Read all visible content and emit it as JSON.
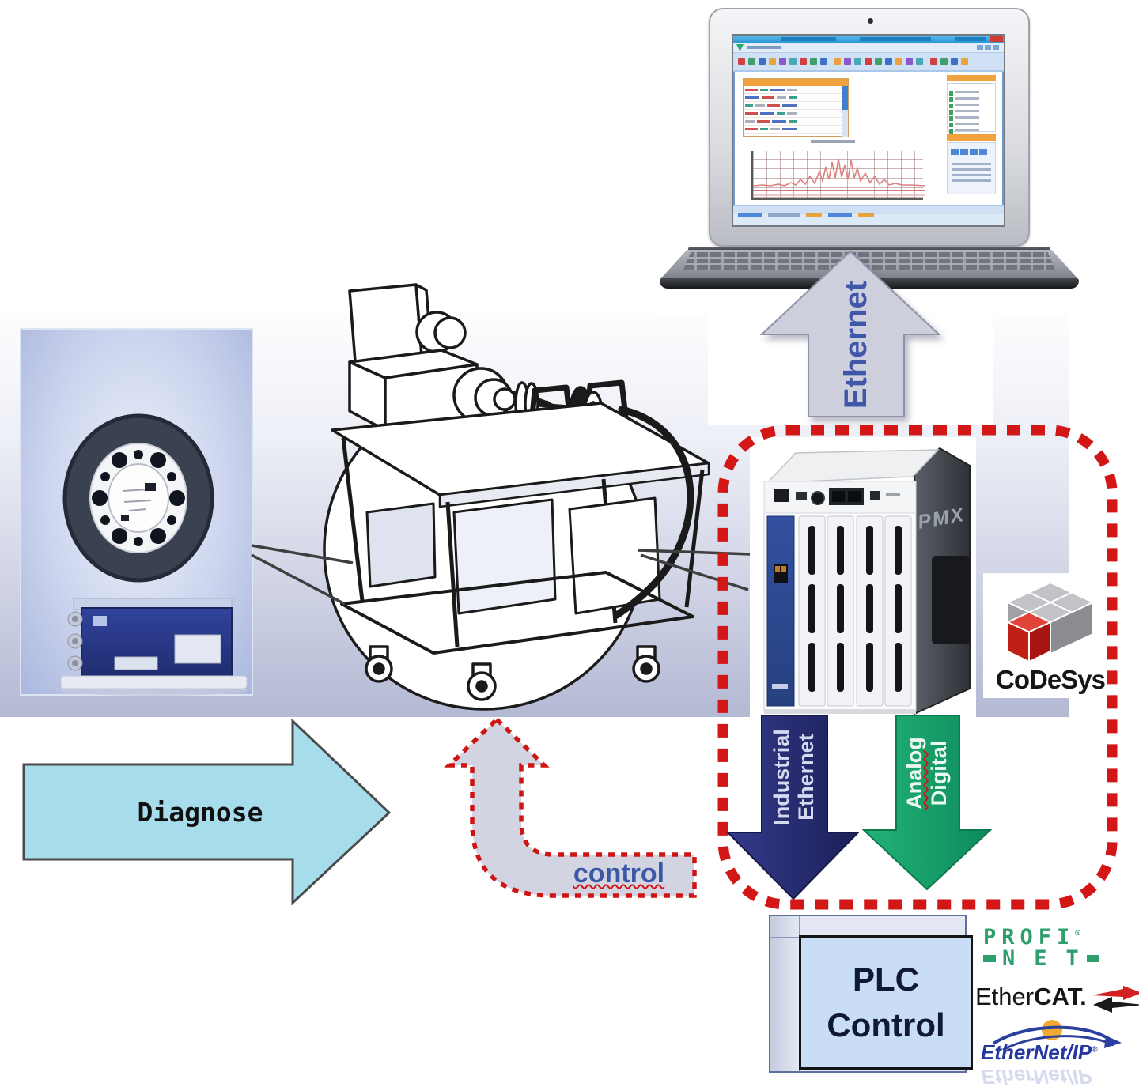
{
  "diagram": {
    "arrows": {
      "ethernet": {
        "label": "Ethernet",
        "fill": "#cdcfdd",
        "label_color": "#3e57a8"
      },
      "diagnose": {
        "label": "Diagnose",
        "fill": "#a7dcea",
        "border_color": "#4a4a4a"
      },
      "control": {
        "label": "control",
        "fill": "#d3d4e1",
        "border_color": "#cf1414",
        "label_color": "#3a57a8"
      },
      "industrial_ethernet": {
        "line1": "Industrial",
        "line2": "Ethernet",
        "fill": "#262c6d"
      },
      "analog_digital": {
        "line1": "Analog",
        "line2": "Digital",
        "fill": "#12a169"
      }
    },
    "boundary_color": "#d31616",
    "plc_box": {
      "line1": "PLC",
      "line2": "Control",
      "fill": "#c9def6"
    },
    "codesys": {
      "label": "CoDeSys",
      "cube_red": "#d8352a",
      "cube_gray": "#b9babe"
    },
    "pmx_device": {
      "side_label": "PMX"
    },
    "logos": {
      "profinet": {
        "row1": "PROFI",
        "row2": "NET",
        "reg": "®",
        "color": "#2f9e6d"
      },
      "ethercat": {
        "part1": "Ether",
        "part2": "CAT.",
        "arrow_red": "#d32020",
        "arrow_black": "#1a1a1a"
      },
      "ethernet_ip": {
        "label": "EtherNet/IP",
        "reg": "®",
        "color": "#2437a0",
        "globe_color": "#f2ab32"
      }
    }
  }
}
